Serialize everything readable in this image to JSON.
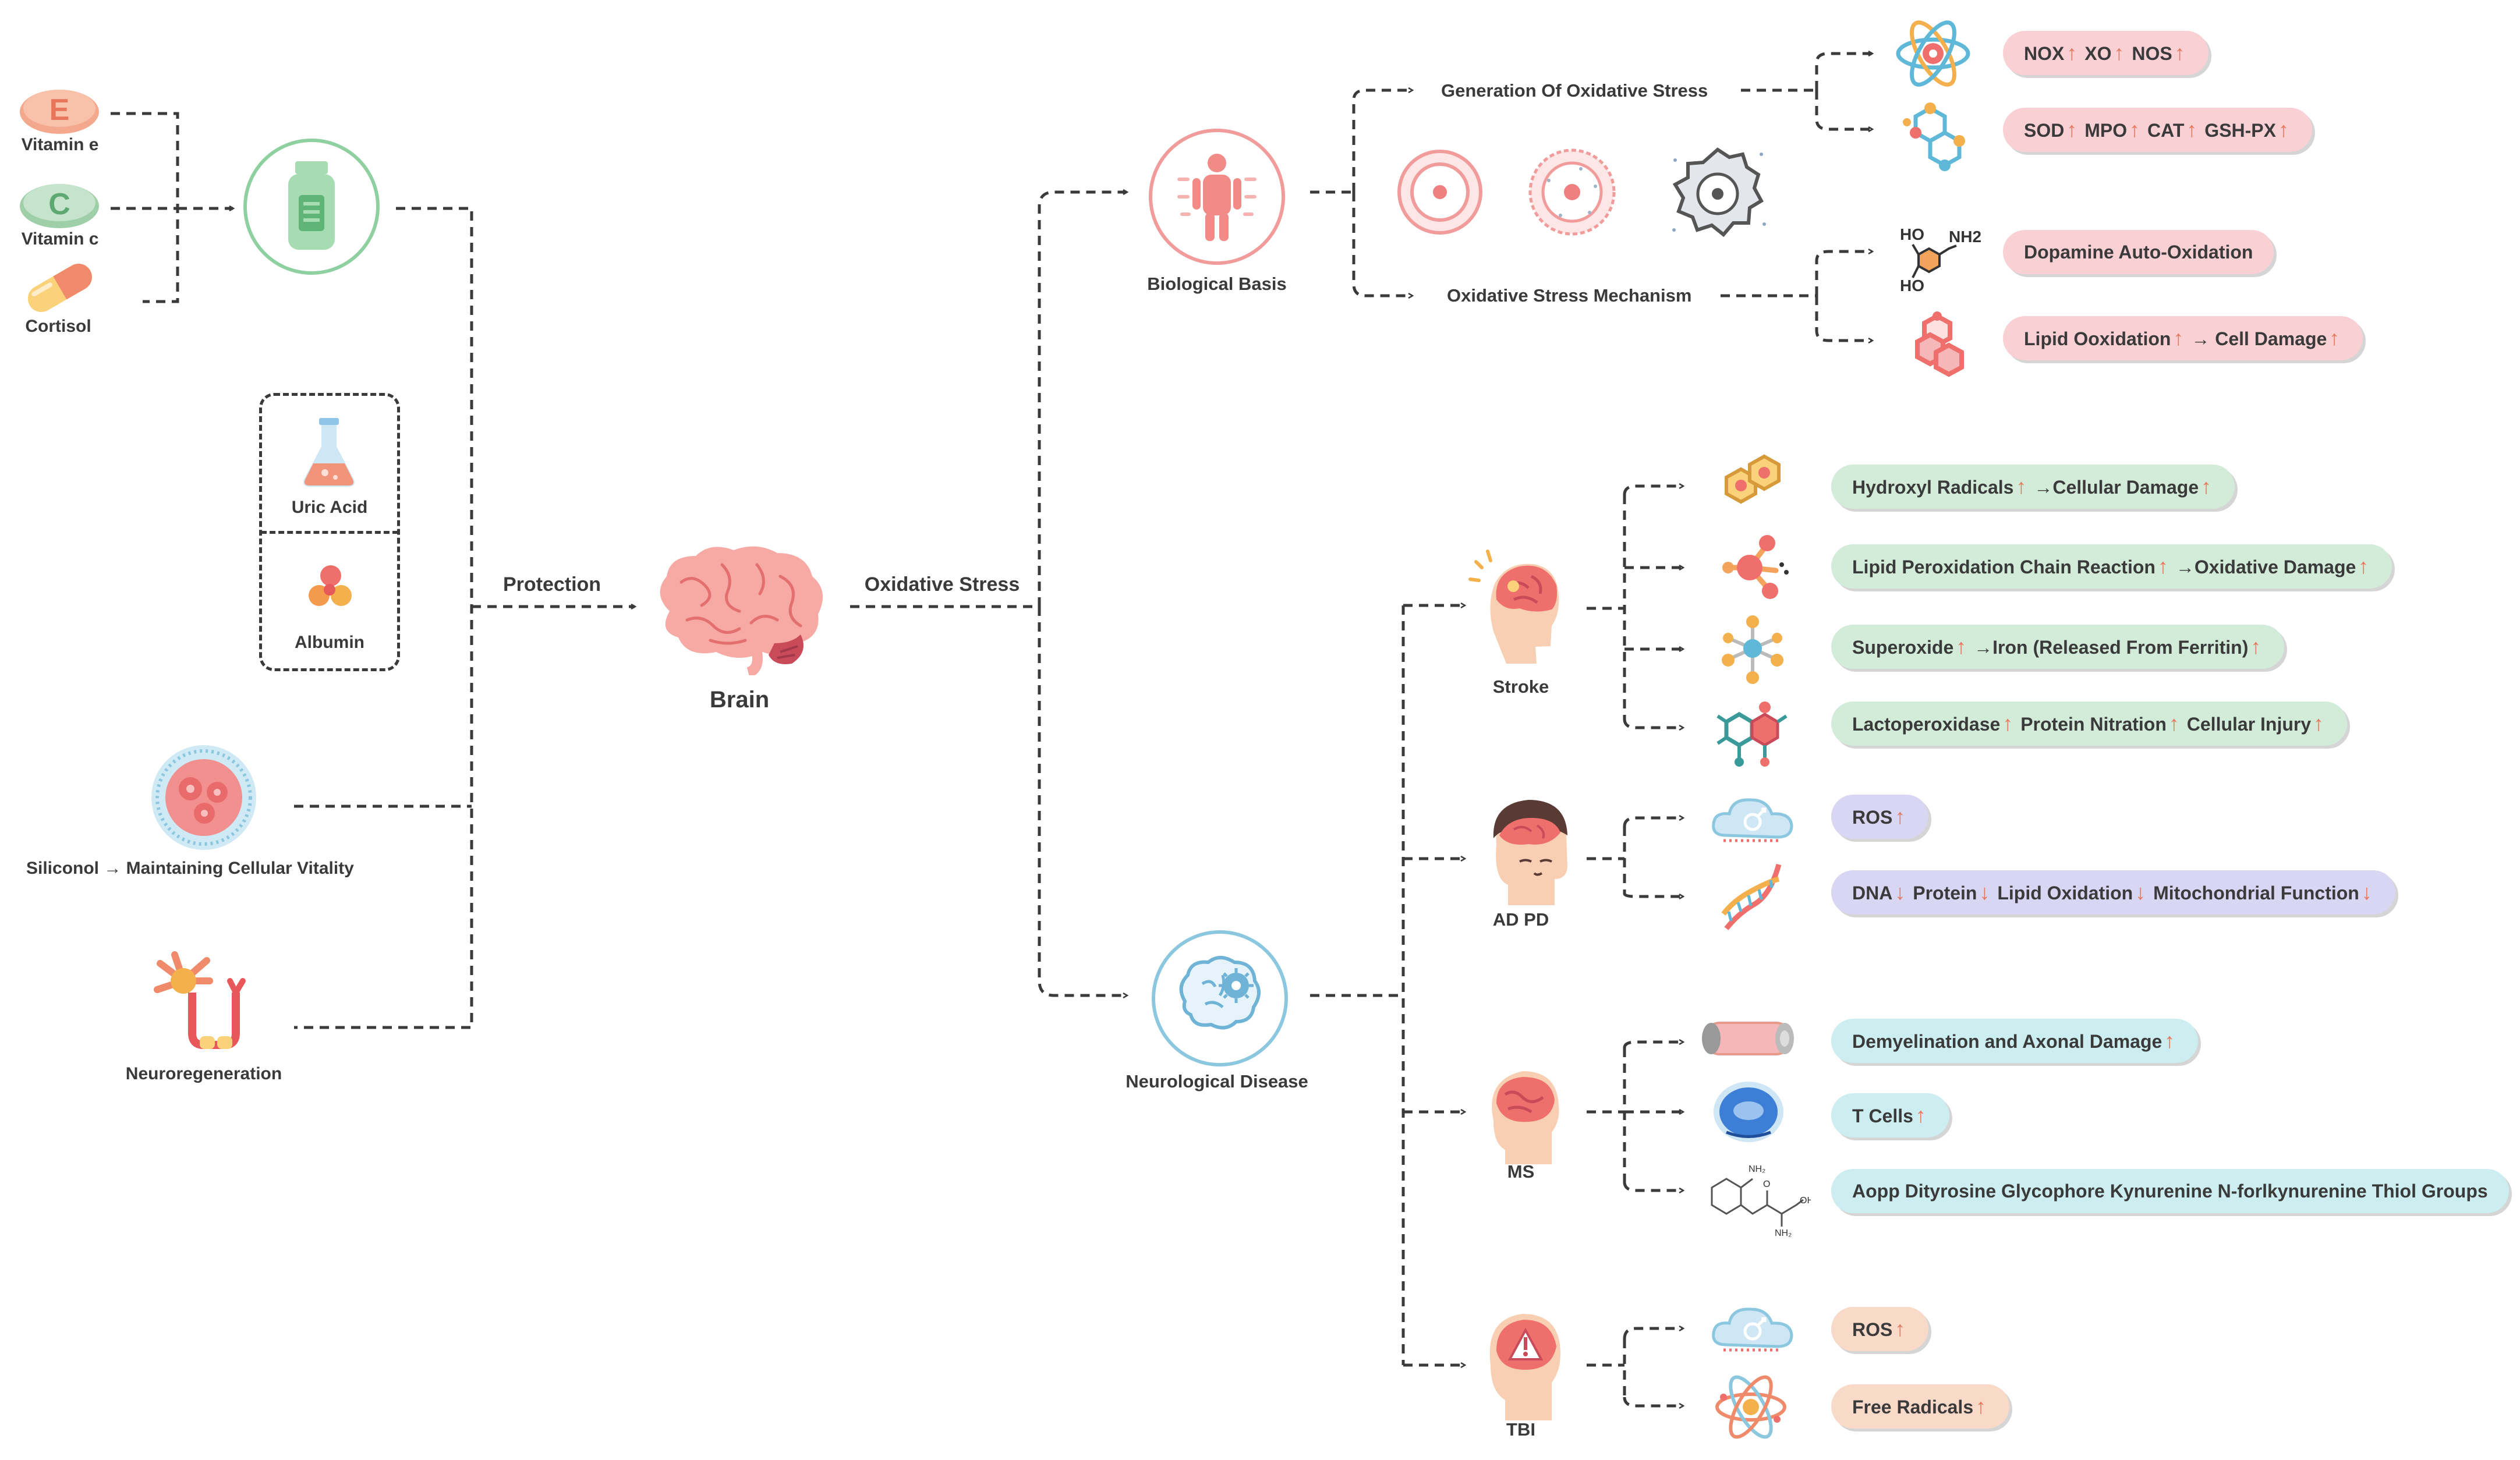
{
  "colors": {
    "pink": "#f9d1d4",
    "green": "#d3ecd9",
    "blue": "#d9d6f3",
    "cyan": "#cdeef0",
    "peach": "#f9d9c8",
    "arrow": "#e8765a",
    "line": "#3a3a3a"
  },
  "left": {
    "vitamin_e": "Vitamin e",
    "vitamin_e_letter": "E",
    "vitamin_c": "Vitamin c",
    "vitamin_c_letter": "C",
    "cortisol": "Cortisol",
    "uric_acid": "Uric Acid",
    "albumin": "Albumin",
    "siliconol": "Siliconol → Maintaining Cellular Vitality",
    "neuroregeneration": "Neuroregeneration"
  },
  "center": {
    "protection": "Protection",
    "oxidative_stress": "Oxidative Stress",
    "brain": "Brain"
  },
  "biological": {
    "label": "Biological Basis",
    "generation": "Generation Of Oxidative Stress",
    "mechanism": "Oxidative Stress Mechanism",
    "pills": [
      {
        "parts": [
          [
            "NOX",
            "up"
          ],
          [
            "XO",
            "up"
          ],
          [
            "NOS",
            "up"
          ]
        ]
      },
      {
        "parts": [
          [
            "SOD",
            "up"
          ],
          [
            "MPO",
            "up"
          ],
          [
            "CAT",
            "up"
          ],
          [
            "GSH-PX",
            "up"
          ]
        ]
      },
      {
        "parts": [
          [
            "Dopamine Auto-Oxidation",
            ""
          ]
        ]
      },
      {
        "parts": [
          [
            "Lipid Ooxidation",
            "up"
          ],
          [
            "→  Cell  Damage",
            "up"
          ]
        ]
      }
    ],
    "dopamine_ho1": "HO",
    "dopamine_nh2": "NH2",
    "dopamine_ho2": "HO"
  },
  "neuro": {
    "label": "Neurological Disease",
    "stroke": "Stroke",
    "adpd": "AD PD",
    "ms": "MS",
    "tbi": "TBI",
    "stroke_pills": [
      {
        "parts": [
          [
            "Hydroxyl Radicals",
            "up"
          ],
          [
            "→Cellular Damage",
            "up"
          ]
        ]
      },
      {
        "parts": [
          [
            "Lipid Peroxidation Chain Reaction",
            "up"
          ],
          [
            "→Oxidative Damage",
            "up"
          ]
        ]
      },
      {
        "parts": [
          [
            "Superoxide",
            "up"
          ],
          [
            "→Iron (Released From Ferritin)",
            "up"
          ]
        ]
      },
      {
        "parts": [
          [
            "Lactoperoxidase",
            "up"
          ],
          [
            "Protein  Nitration",
            "up"
          ],
          [
            "Cellular Injury",
            "up"
          ]
        ]
      }
    ],
    "adpd_pills": [
      {
        "parts": [
          [
            "ROS",
            "up"
          ]
        ]
      },
      {
        "parts": [
          [
            "DNA",
            "down"
          ],
          [
            "Protein",
            "down"
          ],
          [
            "Lipid  Oxidation",
            "down"
          ],
          [
            "Mitochondrial Function",
            "down"
          ]
        ]
      }
    ],
    "ms_pills": [
      {
        "parts": [
          [
            "Demyelination and Axonal Damage",
            "up"
          ]
        ]
      },
      {
        "parts": [
          [
            "T Cells",
            "up"
          ]
        ]
      },
      {
        "parts": [
          [
            "Aopp Dityrosine Glycophore Kynurenine  N-forlkynurenine Thiol Groups",
            ""
          ]
        ]
      }
    ],
    "ms_struct_nh2_top": "NH₂",
    "ms_struct_nh2_bot": "NH₂",
    "ms_struct_o": "O",
    "ms_struct_oh": "OH",
    "tbi_pills": [
      {
        "parts": [
          [
            "ROS",
            "up"
          ]
        ]
      },
      {
        "parts": [
          [
            "Free Radicals",
            "up"
          ]
        ]
      }
    ]
  }
}
